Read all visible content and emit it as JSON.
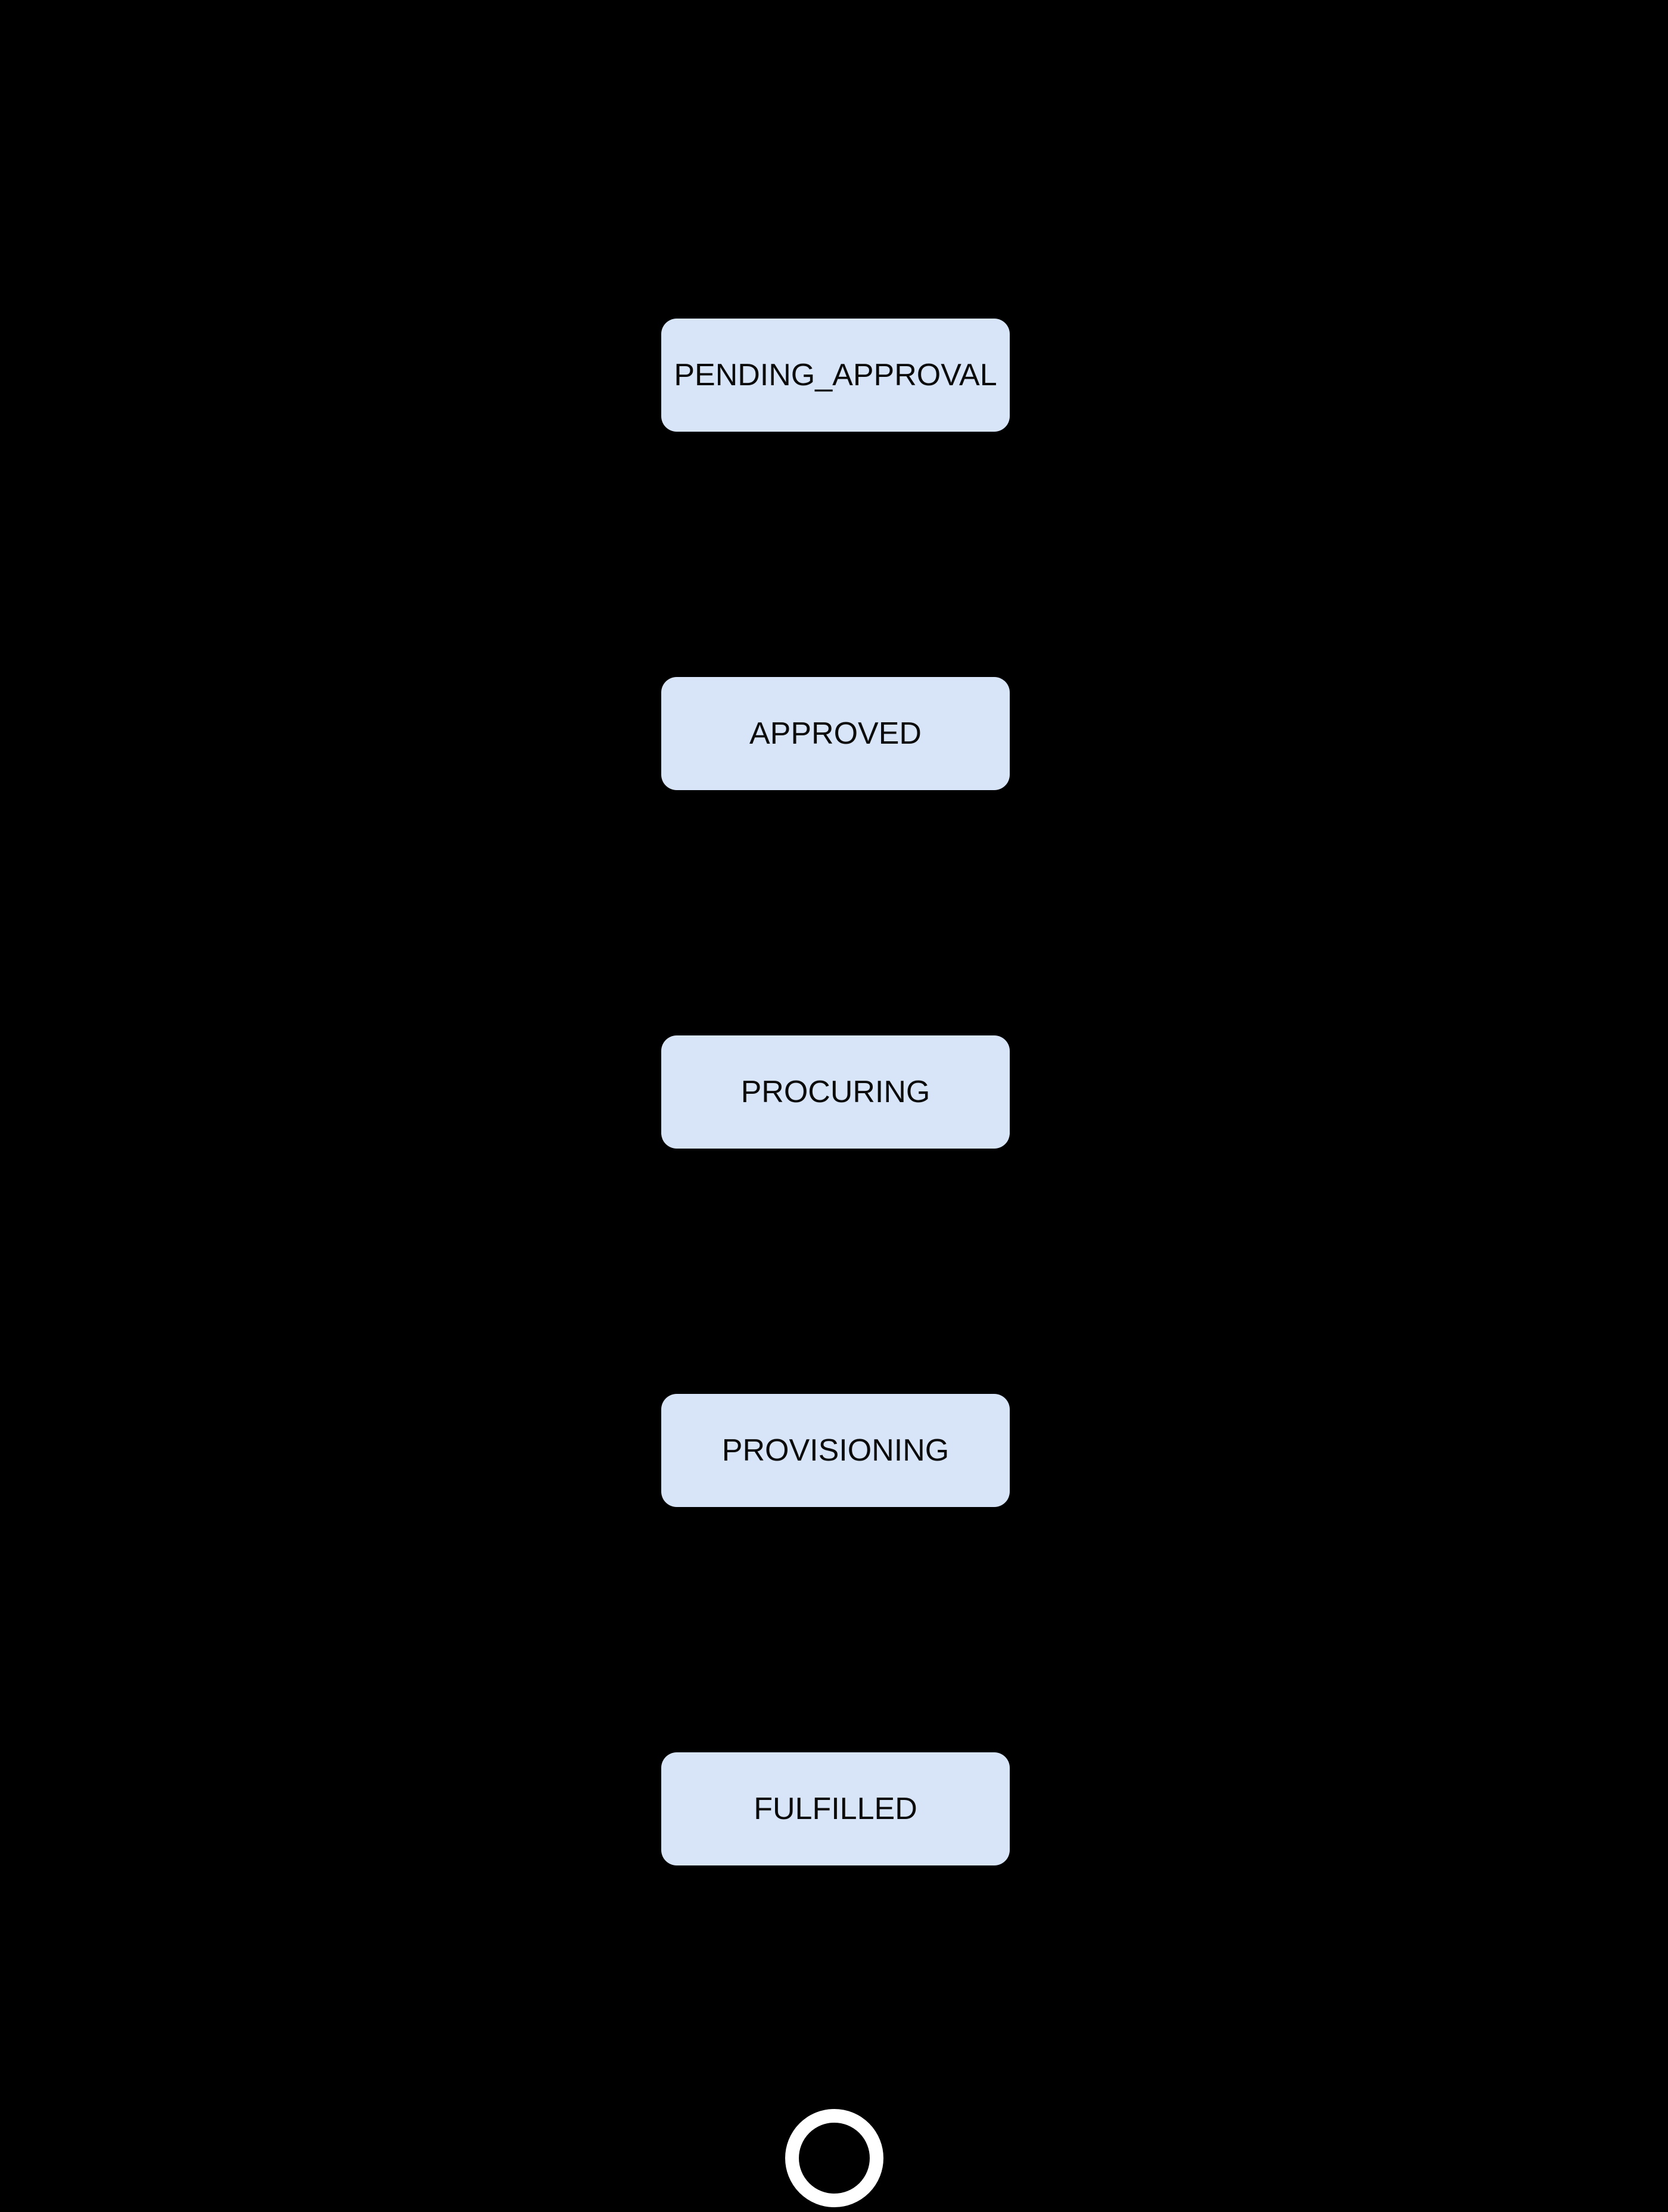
{
  "diagram": {
    "type": "state-flow",
    "orientation": "vertical",
    "states": [
      {
        "label": "PENDING_APPROVAL"
      },
      {
        "label": "APPROVED"
      },
      {
        "label": "PROCURING"
      },
      {
        "label": "PROVISIONING"
      },
      {
        "label": "FULFILLED"
      }
    ],
    "final_state": {
      "shape": "ring"
    }
  },
  "colors": {
    "background": "#000000",
    "node_fill": "#d8e5f8",
    "node_text": "#0b0b0b",
    "final_ring": "#ffffff"
  }
}
